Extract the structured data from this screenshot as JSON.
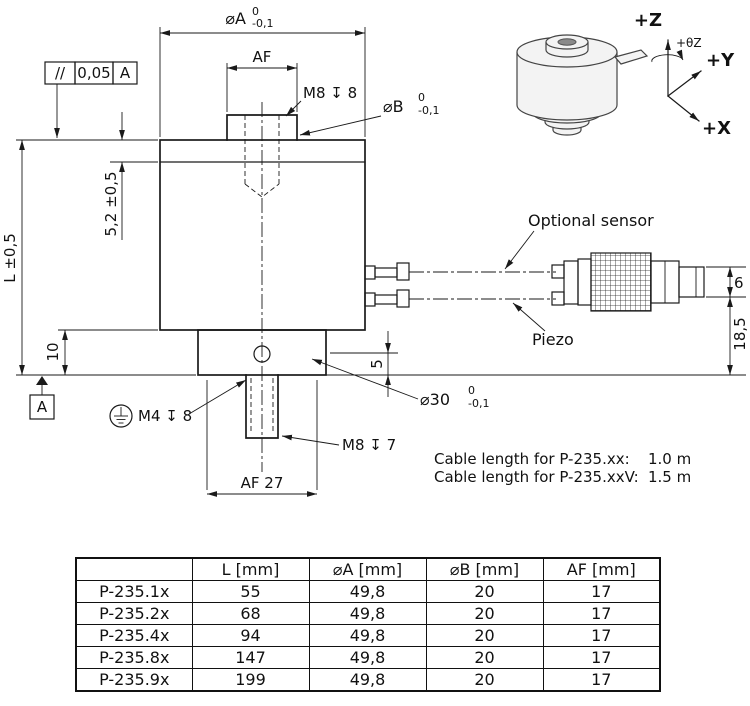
{
  "tolerance_frame": {
    "symbol": "//",
    "value": "0,05",
    "datum": "A"
  },
  "dims": {
    "diaA": "⌀A",
    "diaA0": "0",
    "diaA1": "-0,1",
    "afTop": "AF",
    "m8top": "M8 ↧ 8",
    "diaB": "⌀B",
    "diaB0": "0",
    "diaB1": "-0,1",
    "five2": "5,2 ±0,5",
    "L": "L ±0,5",
    "ten": "10",
    "five": "5",
    "six": "6",
    "e185": "18,5",
    "m4": "M4 ↧ 8",
    "m8bot": "M8 ↧ 7",
    "af27": "AF 27",
    "dia30": "⌀30",
    "dia300": "0",
    "dia301": "-0,1",
    "datumFlag": "A"
  },
  "callouts": {
    "sensor": "Optional sensor",
    "piezo": "Piezo"
  },
  "axes": {
    "z": "+Z",
    "y": "+Y",
    "x": "+X",
    "thetaz": "+θZ"
  },
  "notes": {
    "l1": "Cable length for P-235.xx:",
    "v1": "1.0 m",
    "l2": "Cable length for P-235.xxV:",
    "v2": "1.5 m"
  },
  "table": {
    "headers": [
      "",
      "L [mm]",
      "⌀A [mm]",
      "⌀B [mm]",
      "AF [mm]"
    ],
    "rows": [
      {
        "model": "P-235.1x",
        "l": "55",
        "a": "49,8",
        "b": "20",
        "af": "17"
      },
      {
        "model": "P-235.2x",
        "l": "68",
        "a": "49,8",
        "b": "20",
        "af": "17"
      },
      {
        "model": "P-235.4x",
        "l": "94",
        "a": "49,8",
        "b": "20",
        "af": "17"
      },
      {
        "model": "P-235.8x",
        "l": "147",
        "a": "49,8",
        "b": "20",
        "af": "17"
      },
      {
        "model": "P-235.9x",
        "l": "199",
        "a": "49,8",
        "b": "20",
        "af": "17"
      }
    ]
  }
}
